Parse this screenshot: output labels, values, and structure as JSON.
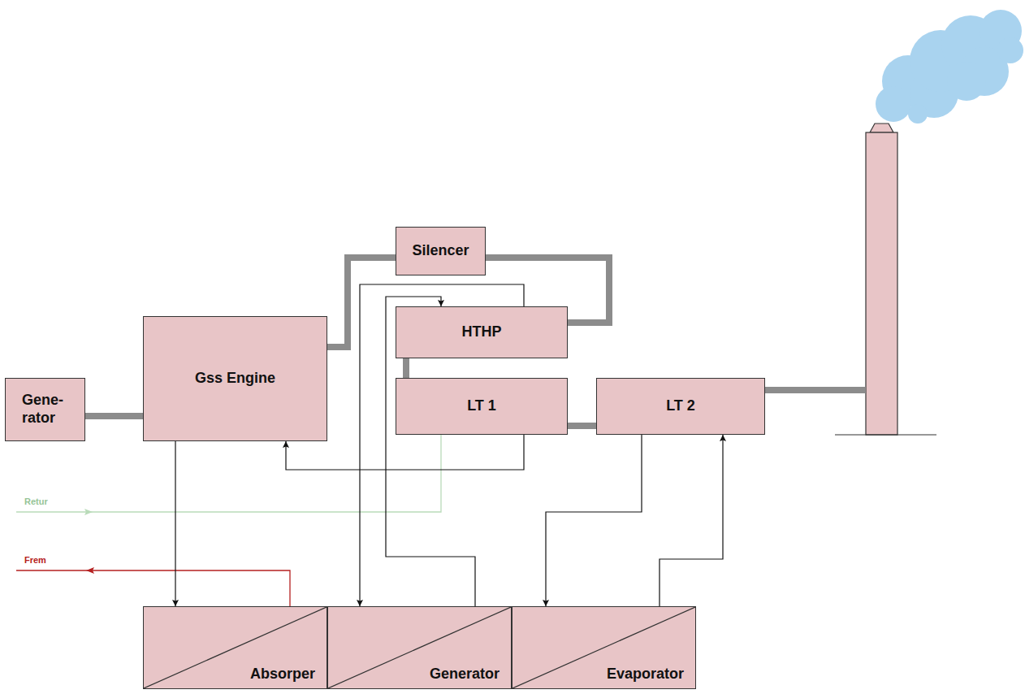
{
  "diagram": {
    "nodes": [
      {
        "text": [
          "Gene- rator"
        ]
      },
      {
        "text": [
          "Gss Engine"
        ]
      },
      {
        "text": [
          "Silencer"
        ]
      },
      {
        "text": [
          "HTHP"
        ]
      },
      {
        "text": [
          "LT 1"
        ]
      },
      {
        "text": [
          "LT 2"
        ]
      },
      {
        "text": [
          "Absorper"
        ]
      },
      {
        "text": [
          "Generator"
        ]
      },
      {
        "text": [
          "Evaporator"
        ]
      }
    ],
    "edges": [
      {
        "from": 0,
        "to": 1,
        "arrow": "none"
      },
      {
        "from": 1,
        "to": 2,
        "arrow": "none"
      },
      {
        "from": 2,
        "to": 3,
        "arrow": "none"
      },
      {
        "from": 3,
        "to": 4,
        "arrow": "none"
      },
      {
        "from": 4,
        "to": 5,
        "arrow": "none"
      },
      {
        "from": 4,
        "to": 1,
        "arrow": "to"
      },
      {
        "from": 1,
        "to": 6,
        "arrow": "to"
      },
      {
        "from": 3,
        "to": 7,
        "arrow": "to"
      },
      {
        "from": 7,
        "to": 3,
        "arrow": "to"
      },
      {
        "from": 5,
        "to": 8,
        "arrow": "to"
      },
      {
        "from": 8,
        "to": 5,
        "arrow": "to"
      }
    ],
    "labels": [
      "Retur",
      "Frem"
    ]
  }
}
